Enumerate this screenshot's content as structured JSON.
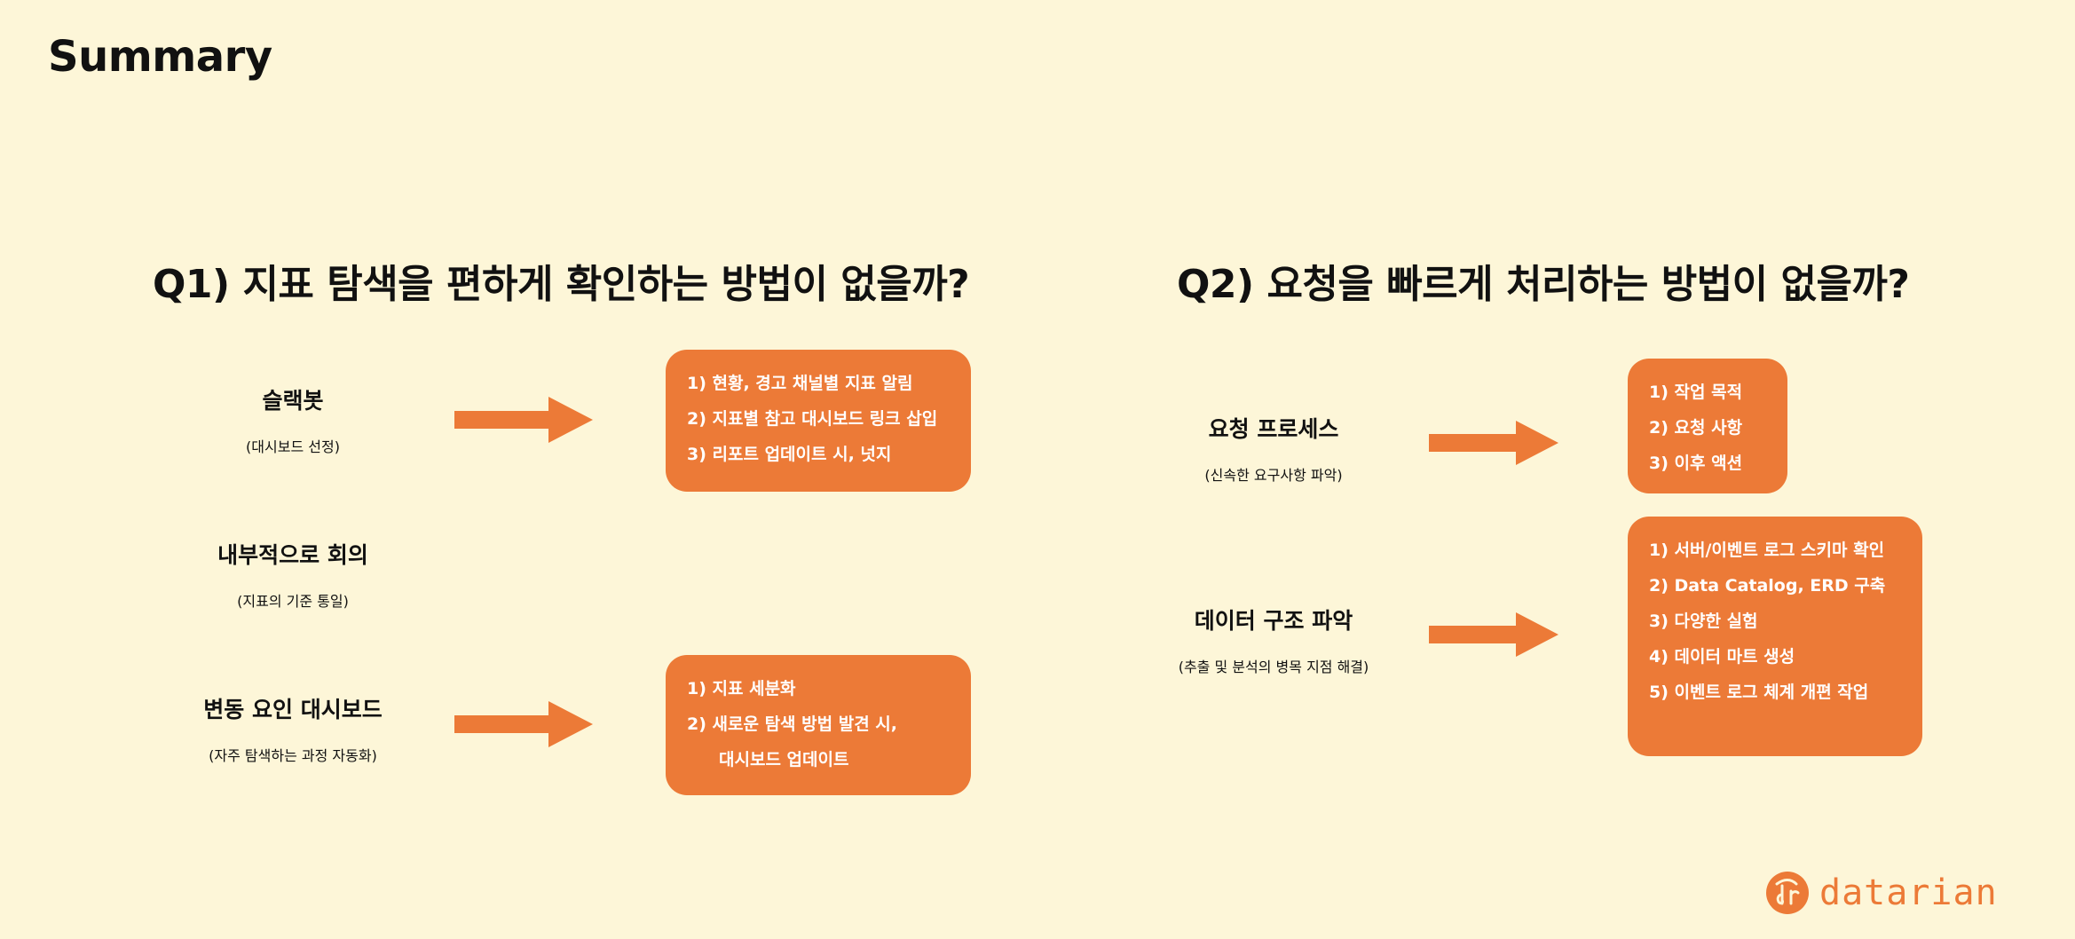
{
  "title": "Summary",
  "q1": {
    "heading": "Q1) 지표 탐색을 편하게 확인하는 방법이 없을까?",
    "items": [
      {
        "main": "슬랙봇",
        "sub": "(대시보드 선정)"
      },
      {
        "main": "내부적으로 회의",
        "sub": "(지표의 기준 통일)"
      },
      {
        "main": "변동 요인 대시보드",
        "sub": "(자주 탐색하는 과정 자동화)"
      }
    ],
    "box1": [
      "1) 현황, 경고 채널별 지표 알림",
      "2) 지표별 참고 대시보드 링크 삽입",
      "3) 리포트 업데이트 시, 넛지"
    ],
    "box2": [
      "1) 지표 세분화",
      "2) 새로운 탐색 방법 발견 시,",
      "대시보드 업데이트"
    ]
  },
  "q2": {
    "heading": "Q2) 요청을 빠르게 처리하는 방법이 없을까?",
    "items": [
      {
        "main": "요청 프로세스",
        "sub": "(신속한 요구사항 파악)"
      },
      {
        "main": "데이터 구조 파악",
        "sub": "(추출 및 분석의 병목 지점 해결)"
      }
    ],
    "box1": [
      "1) 작업 목적",
      "2) 요청 사항",
      "3) 이후 액션"
    ],
    "box2": [
      "1) 서버/이벤트 로그 스키마 확인",
      "2) Data Catalog, ERD 구축",
      "3) 다양한 실험",
      "4) 데이터 마트 생성",
      "5) 이벤트 로그 체계 개편 작업"
    ]
  },
  "logo": {
    "mark": "dr",
    "text": "datarian"
  },
  "colors": {
    "background": "#fdf6d8",
    "accent": "#ec7a37",
    "text": "#111111"
  }
}
